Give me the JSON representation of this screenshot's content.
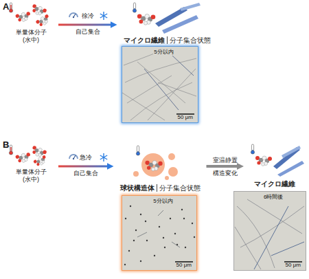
{
  "diagram": {
    "nodes": [
      {
        "text": [
          "単量体分子 (水中)"
        ]
      },
      {
        "text": [
          "マイクロ繊維",
          "分子集合状態"
        ]
      },
      {
        "text": [
          "5分以内",
          "50 μm"
        ]
      },
      {
        "text": [
          "単量体分子 (水中)"
        ]
      },
      {
        "text": [
          "球状構造体",
          "分子集合状態"
        ]
      },
      {
        "text": [
          "マイクロ繊維"
        ]
      },
      {
        "text": [
          "5分以内",
          "50 μm"
        ]
      },
      {
        "text": [
          "6時間後",
          "50 μm"
        ]
      }
    ],
    "edges": [
      {
        "from": 0,
        "to": 1,
        "arrow": "to",
        "label": "自己集合"
      },
      {
        "from": 3,
        "to": 4,
        "arrow": "to",
        "label": "自己集合"
      },
      {
        "from": 4,
        "to": 5,
        "arrow": "to",
        "label": "構造変化"
      }
    ],
    "labels": [
      "A",
      "徐冷",
      "B",
      "急冷",
      "室温静置"
    ]
  }
}
